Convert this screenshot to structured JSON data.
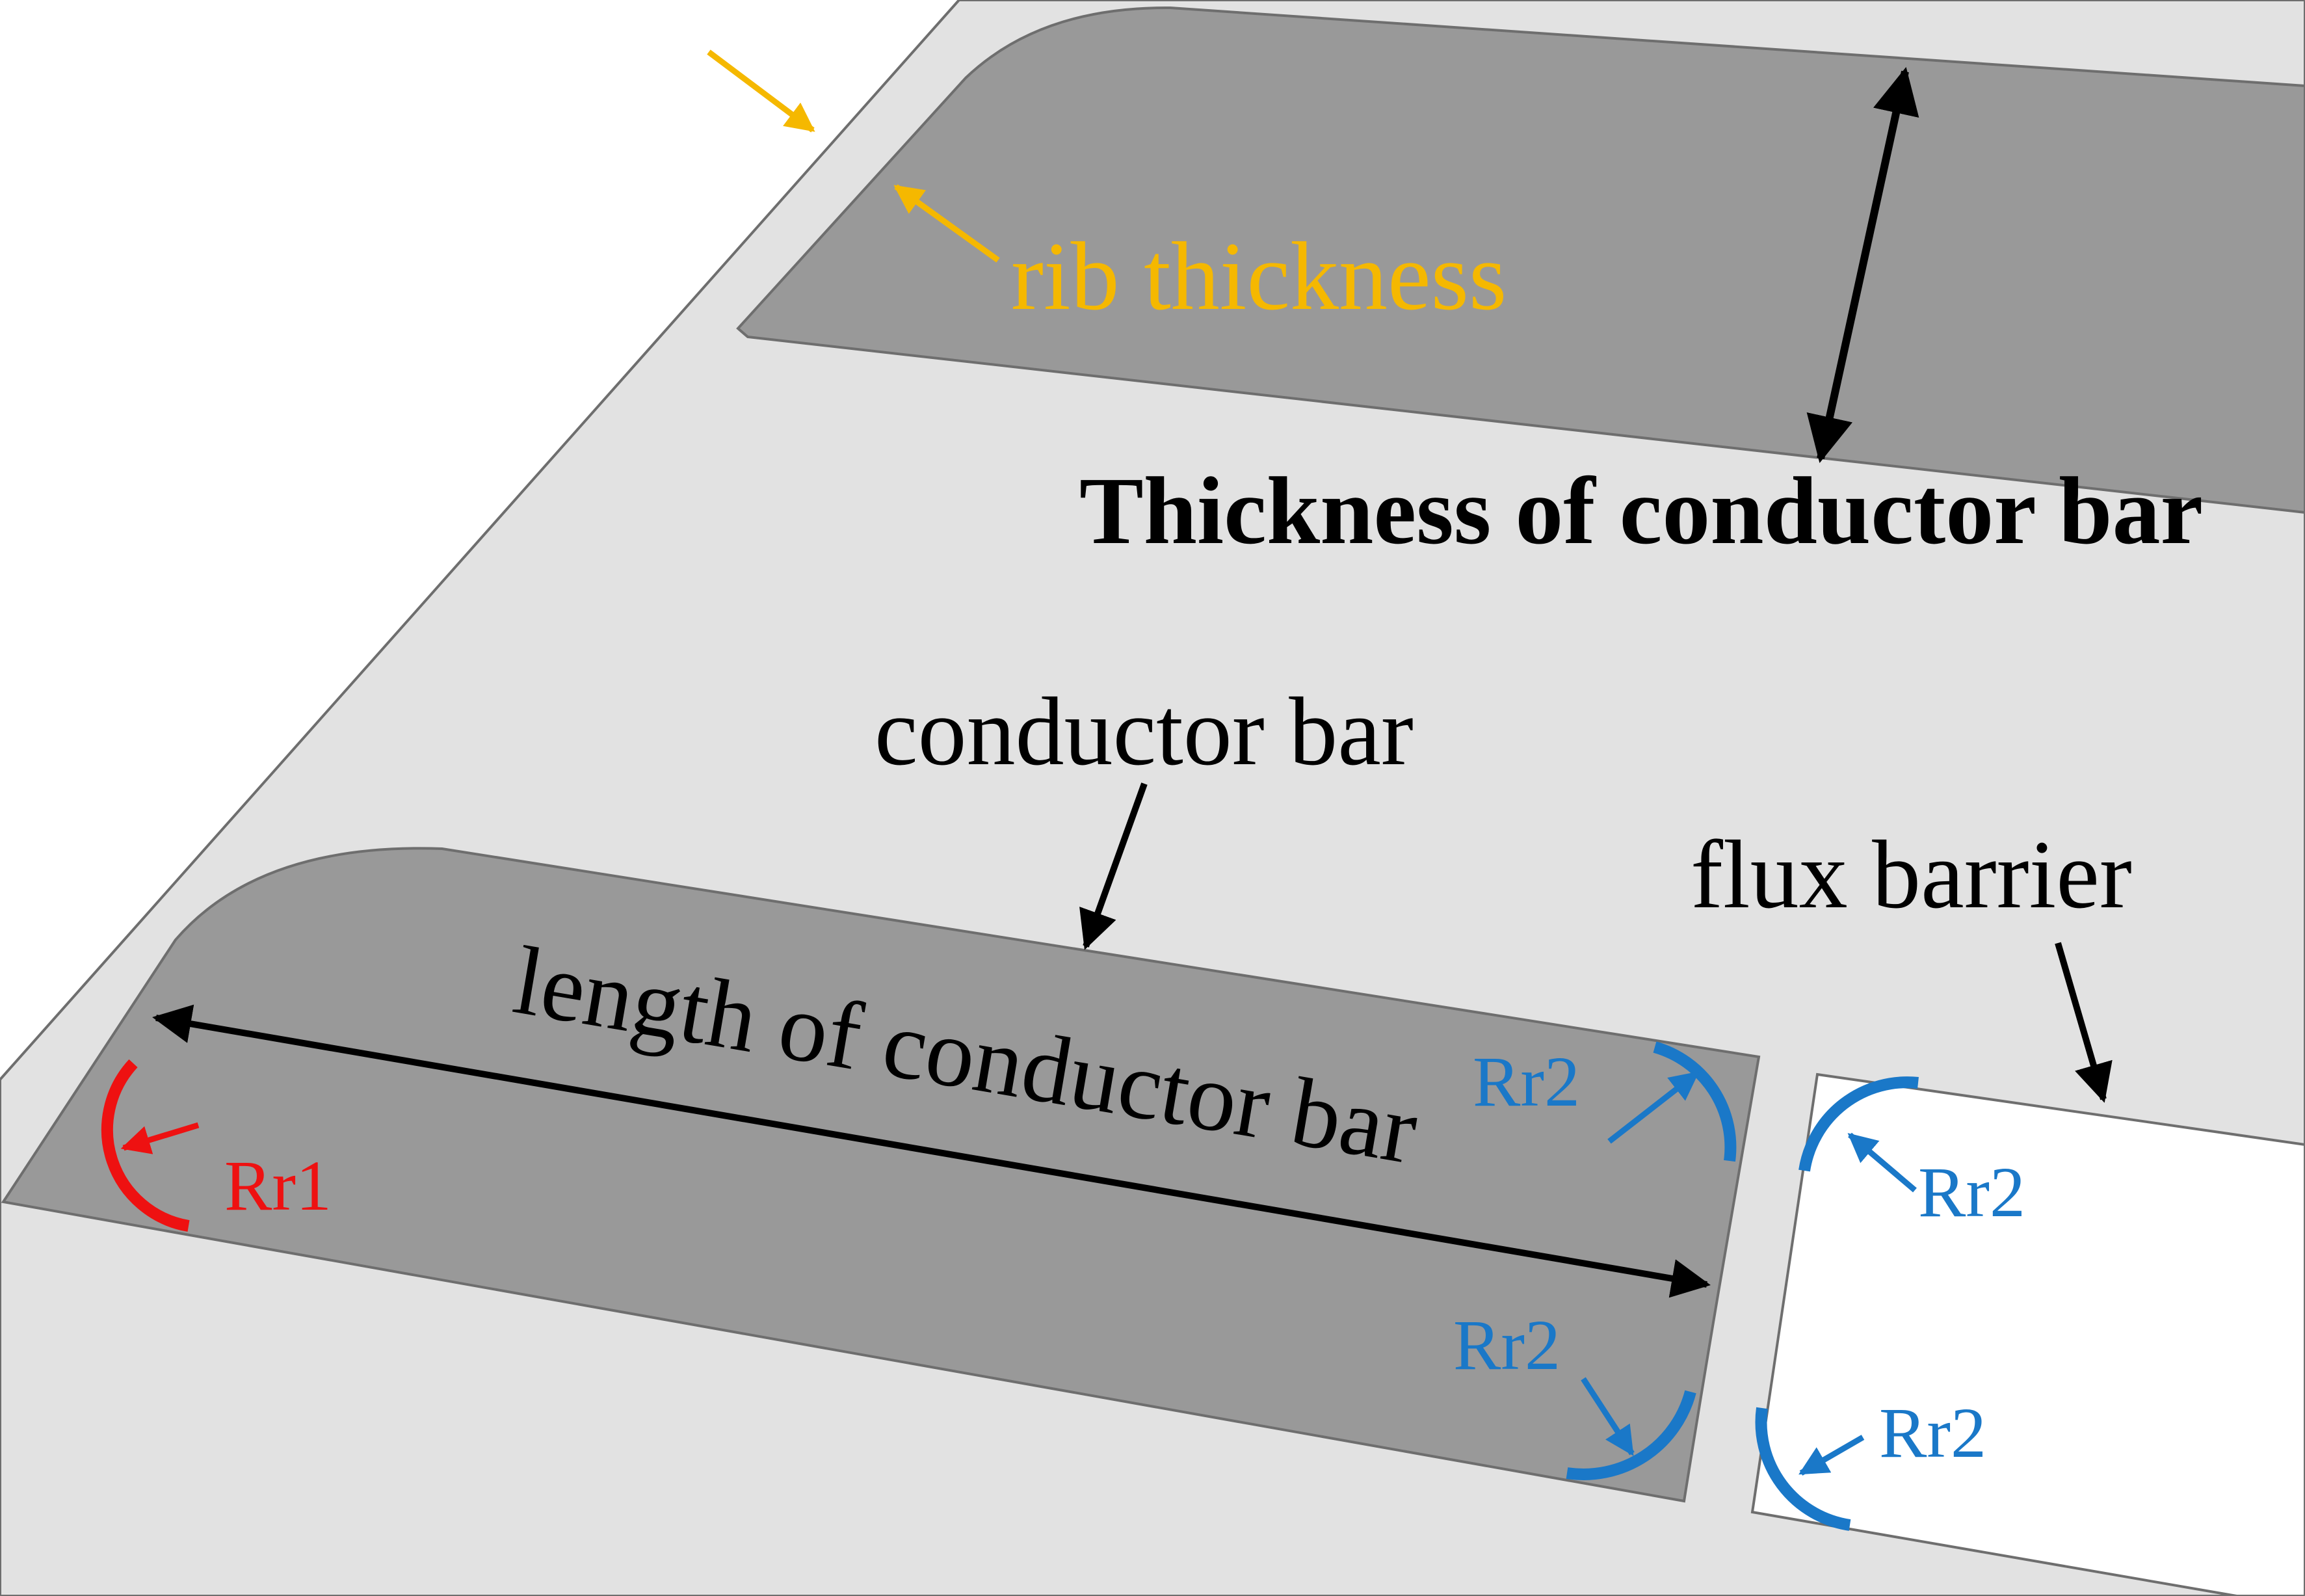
{
  "labels": {
    "rib_thickness": "rib thickness",
    "thickness_of_conductor_bar": "Thickness of conductor bar",
    "conductor_bar": "conductor bar",
    "flux_barrier": "flux barrier",
    "length_of_conductor_bar": "length of conductor bar",
    "rr1": "Rr1",
    "rr2": "Rr2"
  },
  "colors": {
    "background": "#ffffff",
    "rotor_core": "#e2e2e2",
    "conductor_bar": "#999999",
    "outline": "#6e6e6e",
    "rib_annotation": "#f5b800",
    "rr1_annotation": "#ee1111",
    "rr2_annotation": "#1a78c8",
    "dimension_arrow": "#000000"
  }
}
